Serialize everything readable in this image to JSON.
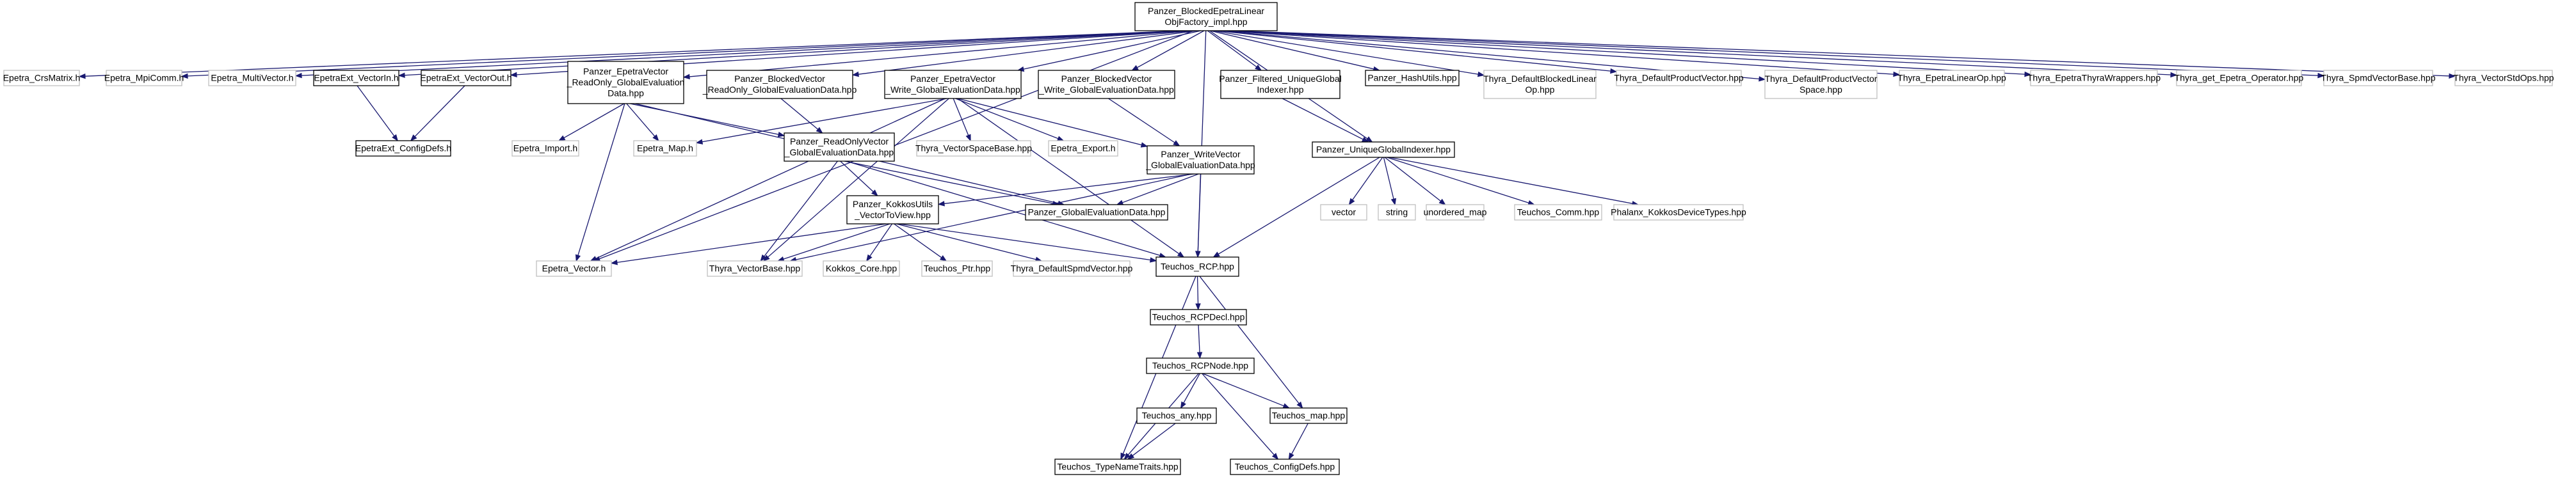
{
  "diagram": {
    "colors": {
      "edge": "#191970",
      "root_fill": "#bfbfbf",
      "node_fill": "#ffffff",
      "defined_border": "#000000",
      "external_border": "#bfbfbf"
    },
    "nodes": [
      {
        "id": "root",
        "lines": [
          "Panzer_BlockedEpetraLinear",
          "ObjFactory_impl.hpp"
        ],
        "kind": "root"
      },
      {
        "id": "crs",
        "lines": [
          "Epetra_CrsMatrix.h"
        ],
        "kind": "external"
      },
      {
        "id": "mpi",
        "lines": [
          "Epetra_MpiComm.h"
        ],
        "kind": "external"
      },
      {
        "id": "multi",
        "lines": [
          "Epetra_MultiVector.h"
        ],
        "kind": "external"
      },
      {
        "id": "vin",
        "lines": [
          "EpetraExt_VectorIn.h"
        ],
        "kind": "defined"
      },
      {
        "id": "vout",
        "lines": [
          "EpetraExt_VectorOut.h"
        ],
        "kind": "defined"
      },
      {
        "id": "pev_ro",
        "lines": [
          "Panzer_EpetraVector",
          "_ReadOnly_GlobalEvaluation",
          "Data.hpp"
        ],
        "kind": "defined"
      },
      {
        "id": "pbv_ro",
        "lines": [
          "Panzer_BlockedVector",
          "_ReadOnly_GlobalEvaluationData.hpp"
        ],
        "kind": "defined"
      },
      {
        "id": "pev_w",
        "lines": [
          "Panzer_EpetraVector",
          "_Write_GlobalEvaluationData.hpp"
        ],
        "kind": "defined"
      },
      {
        "id": "pbv_w",
        "lines": [
          "Panzer_BlockedVector",
          "_Write_GlobalEvaluationData.hpp"
        ],
        "kind": "defined"
      },
      {
        "id": "pfug",
        "lines": [
          "Panzer_Filtered_UniqueGlobal",
          "Indexer.hpp"
        ],
        "kind": "defined"
      },
      {
        "id": "phash",
        "lines": [
          "Panzer_HashUtils.hpp"
        ],
        "kind": "defined"
      },
      {
        "id": "tdbl",
        "lines": [
          "Thyra_DefaultBlockedLinear",
          "Op.hpp"
        ],
        "kind": "external"
      },
      {
        "id": "tdpv",
        "lines": [
          "Thyra_DefaultProductVector.hpp"
        ],
        "kind": "external"
      },
      {
        "id": "tdpvs",
        "lines": [
          "Thyra_DefaultProductVector",
          "Space.hpp"
        ],
        "kind": "external"
      },
      {
        "id": "telo",
        "lines": [
          "Thyra_EpetraLinearOp.hpp"
        ],
        "kind": "external"
      },
      {
        "id": "tetw",
        "lines": [
          "Thyra_EpetraThyraWrappers.hpp"
        ],
        "kind": "external"
      },
      {
        "id": "tgeo",
        "lines": [
          "Thyra_get_Epetra_Operator.hpp"
        ],
        "kind": "external"
      },
      {
        "id": "tsvb",
        "lines": [
          "Thyra_SpmdVectorBase.hpp"
        ],
        "kind": "external"
      },
      {
        "id": "tvso",
        "lines": [
          "Thyra_VectorStdOps.hpp"
        ],
        "kind": "external"
      },
      {
        "id": "ecd",
        "lines": [
          "EpetraExt_ConfigDefs.h"
        ],
        "kind": "defined"
      },
      {
        "id": "eimp",
        "lines": [
          "Epetra_Import.h"
        ],
        "kind": "external"
      },
      {
        "id": "emap",
        "lines": [
          "Epetra_Map.h"
        ],
        "kind": "external"
      },
      {
        "id": "pro",
        "lines": [
          "Panzer_ReadOnlyVector",
          "_GlobalEvaluationData.hpp"
        ],
        "kind": "defined"
      },
      {
        "id": "tvsb",
        "lines": [
          "Thyra_VectorSpaceBase.hpp"
        ],
        "kind": "external"
      },
      {
        "id": "eexp",
        "lines": [
          "Epetra_Export.h"
        ],
        "kind": "external"
      },
      {
        "id": "pwv",
        "lines": [
          "Panzer_WriteVector",
          "_GlobalEvaluationData.hpp"
        ],
        "kind": "defined"
      },
      {
        "id": "pugi",
        "lines": [
          "Panzer_UniqueGlobalIndexer.hpp"
        ],
        "kind": "defined"
      },
      {
        "id": "pku",
        "lines": [
          "Panzer_KokkosUtils",
          "_VectorToView.hpp"
        ],
        "kind": "defined"
      },
      {
        "id": "pged",
        "lines": [
          "Panzer_GlobalEvaluationData.hpp"
        ],
        "kind": "defined"
      },
      {
        "id": "vector",
        "lines": [
          "vector"
        ],
        "kind": "external"
      },
      {
        "id": "string",
        "lines": [
          "string"
        ],
        "kind": "external"
      },
      {
        "id": "umap",
        "lines": [
          "unordered_map"
        ],
        "kind": "external"
      },
      {
        "id": "tcomm",
        "lines": [
          "Teuchos_Comm.hpp"
        ],
        "kind": "external"
      },
      {
        "id": "phal",
        "lines": [
          "Phalanx_KokkosDeviceTypes.hpp"
        ],
        "kind": "external"
      },
      {
        "id": "evec",
        "lines": [
          "Epetra_Vector.h"
        ],
        "kind": "external"
      },
      {
        "id": "tvb",
        "lines": [
          "Thyra_VectorBase.hpp"
        ],
        "kind": "external"
      },
      {
        "id": "kcore",
        "lines": [
          "Kokkos_Core.hpp"
        ],
        "kind": "external"
      },
      {
        "id": "tptr",
        "lines": [
          "Teuchos_Ptr.hpp"
        ],
        "kind": "external"
      },
      {
        "id": "tdsv",
        "lines": [
          "Thyra_DefaultSpmdVector.hpp"
        ],
        "kind": "external"
      },
      {
        "id": "trcp",
        "lines": [
          "Teuchos_RCP.hpp"
        ],
        "kind": "defined"
      },
      {
        "id": "trcpd",
        "lines": [
          "Teuchos_RCPDecl.hpp"
        ],
        "kind": "defined"
      },
      {
        "id": "trcpn",
        "lines": [
          "Teuchos_RCPNode.hpp"
        ],
        "kind": "defined"
      },
      {
        "id": "tany",
        "lines": [
          "Teuchos_any.hpp"
        ],
        "kind": "defined"
      },
      {
        "id": "tmap",
        "lines": [
          "Teuchos_map.hpp"
        ],
        "kind": "defined"
      },
      {
        "id": "ttnt",
        "lines": [
          "Teuchos_TypeNameTraits.hpp"
        ],
        "kind": "defined"
      },
      {
        "id": "tcd",
        "lines": [
          "Teuchos_ConfigDefs.hpp"
        ],
        "kind": "defined"
      }
    ],
    "edges": [
      [
        "root",
        "crs"
      ],
      [
        "root",
        "mpi"
      ],
      [
        "root",
        "multi"
      ],
      [
        "root",
        "vin"
      ],
      [
        "root",
        "vout"
      ],
      [
        "root",
        "pev_ro"
      ],
      [
        "root",
        "pbv_ro"
      ],
      [
        "root",
        "pev_w"
      ],
      [
        "root",
        "pbv_w"
      ],
      [
        "root",
        "pfug"
      ],
      [
        "root",
        "phash"
      ],
      [
        "root",
        "tdbl"
      ],
      [
        "root",
        "tdpv"
      ],
      [
        "root",
        "tdpvs"
      ],
      [
        "root",
        "telo"
      ],
      [
        "root",
        "tetw"
      ],
      [
        "root",
        "tgeo"
      ],
      [
        "root",
        "tsvb"
      ],
      [
        "root",
        "tvso"
      ],
      [
        "root",
        "evec"
      ],
      [
        "root",
        "pugi"
      ],
      [
        "root",
        "trcp"
      ],
      [
        "vin",
        "ecd"
      ],
      [
        "vout",
        "ecd"
      ],
      [
        "pev_ro",
        "eimp"
      ],
      [
        "pev_ro",
        "emap"
      ],
      [
        "pev_ro",
        "pro"
      ],
      [
        "pev_ro",
        "evec"
      ],
      [
        "pev_ro",
        "pged"
      ],
      [
        "pbv_ro",
        "pro"
      ],
      [
        "pev_w",
        "emap"
      ],
      [
        "pev_w",
        "tvsb"
      ],
      [
        "pev_w",
        "eexp"
      ],
      [
        "pev_w",
        "pwv"
      ],
      [
        "pev_w",
        "evec"
      ],
      [
        "pev_w",
        "tvb"
      ],
      [
        "pev_w",
        "trcp"
      ],
      [
        "pbv_w",
        "pwv"
      ],
      [
        "pfug",
        "pugi"
      ],
      [
        "pro",
        "pku"
      ],
      [
        "pro",
        "tvb"
      ],
      [
        "pro",
        "trcp"
      ],
      [
        "pro",
        "pged"
      ],
      [
        "pwv",
        "pku"
      ],
      [
        "pwv",
        "pged"
      ],
      [
        "pwv",
        "tvb"
      ],
      [
        "pwv",
        "trcp"
      ],
      [
        "pugi",
        "vector"
      ],
      [
        "pugi",
        "string"
      ],
      [
        "pugi",
        "umap"
      ],
      [
        "pugi",
        "tcomm"
      ],
      [
        "pugi",
        "phal"
      ],
      [
        "pugi",
        "trcp"
      ],
      [
        "pku",
        "evec"
      ],
      [
        "pku",
        "tvb"
      ],
      [
        "pku",
        "kcore"
      ],
      [
        "pku",
        "tptr"
      ],
      [
        "pku",
        "tdsv"
      ],
      [
        "pku",
        "trcp"
      ],
      [
        "trcp",
        "trcpd"
      ],
      [
        "trcp",
        "ttnt"
      ],
      [
        "trcp",
        "tmap"
      ],
      [
        "trcpd",
        "trcpn"
      ],
      [
        "trcpn",
        "tany"
      ],
      [
        "trcpn",
        "ttnt"
      ],
      [
        "trcpn",
        "tmap"
      ],
      [
        "trcpn",
        "tcd"
      ],
      [
        "tany",
        "ttnt"
      ],
      [
        "tmap",
        "tcd"
      ]
    ]
  }
}
